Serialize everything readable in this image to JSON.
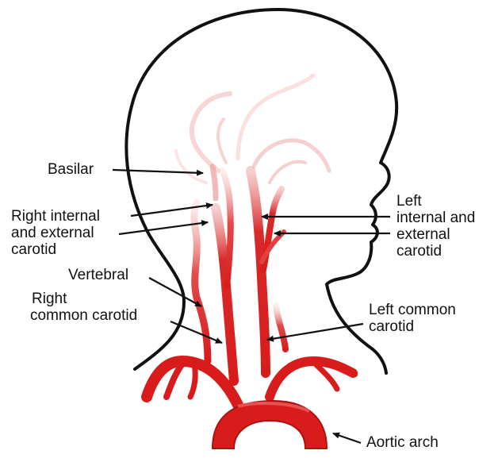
{
  "labels": {
    "basilar": "Basilar",
    "right_internal_external": [
      "Right internal",
      "and external",
      "carotid"
    ],
    "left_internal_external": [
      "Left",
      "internal and",
      "external",
      "carotid"
    ],
    "vertebral": "Vertebral",
    "right_common_carotid": [
      "Right",
      "common carotid"
    ],
    "left_common_carotid": [
      "Left common",
      "carotid"
    ],
    "aortic_arch": "Aortic arch"
  },
  "colors": {
    "outline": "#111111",
    "artery": "#d81c1c",
    "artery_dark": "#b01010",
    "artery_fade": "#f2b3b3",
    "arrow": "#111111"
  }
}
